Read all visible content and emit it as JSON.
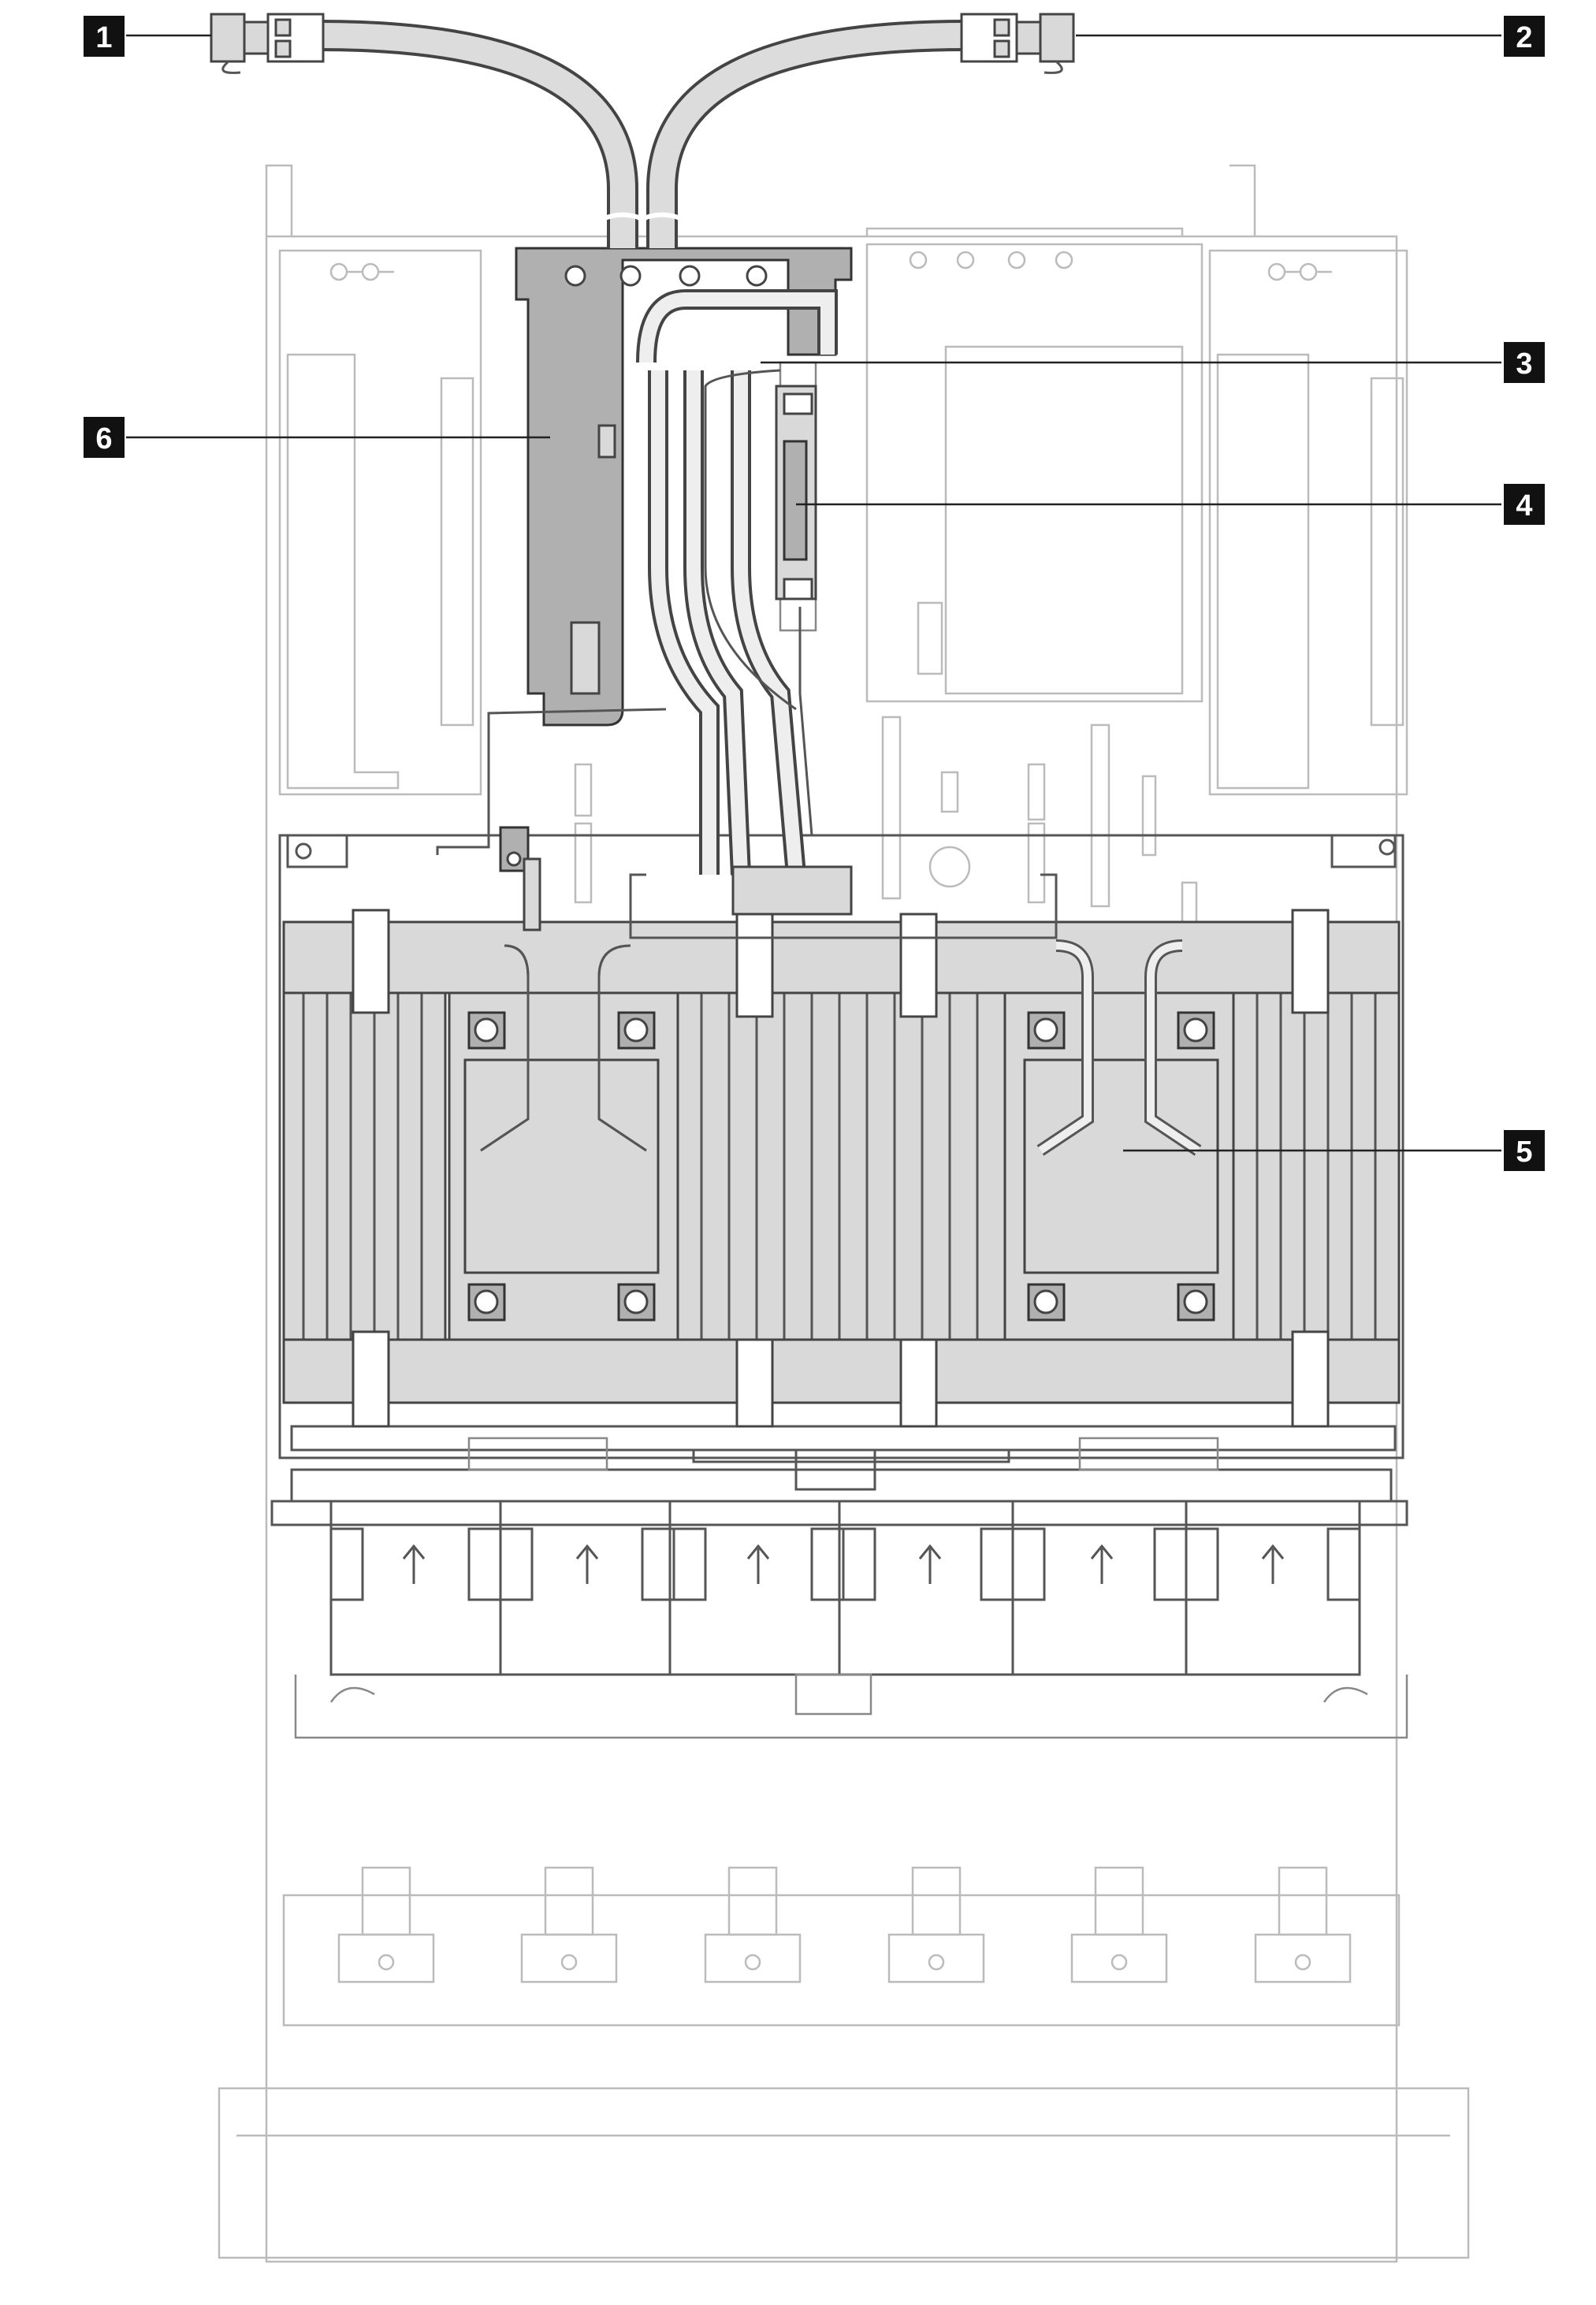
{
  "callouts": [
    {
      "id": "1",
      "label": "1"
    },
    {
      "id": "2",
      "label": "2"
    },
    {
      "id": "3",
      "label": "3"
    },
    {
      "id": "4",
      "label": "4"
    },
    {
      "id": "5",
      "label": "5"
    },
    {
      "id": "6",
      "label": "6"
    }
  ],
  "colors": {
    "line": "#555555",
    "shade": "#d9d9d9",
    "highlight": "#b0b0b0",
    "callout_bg": "#111111",
    "callout_fg": "#ffffff"
  }
}
